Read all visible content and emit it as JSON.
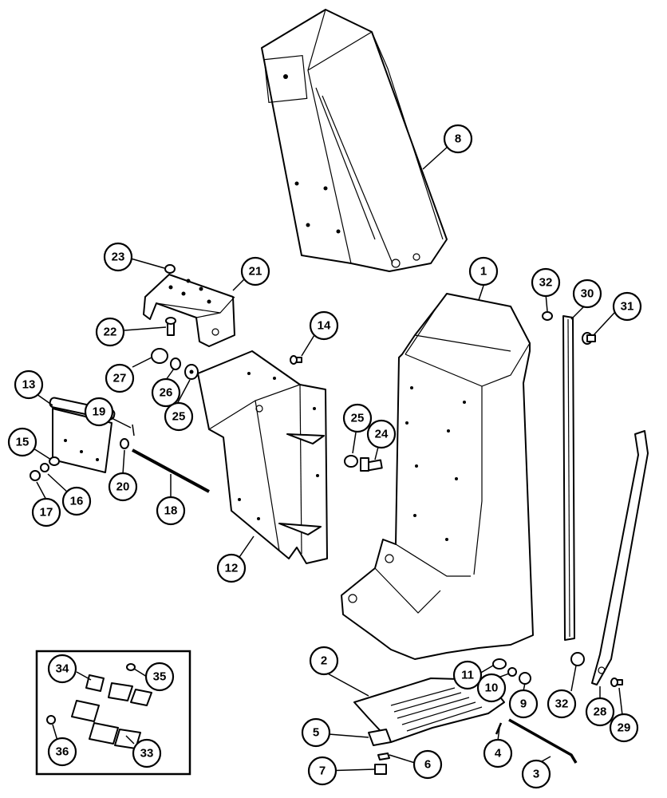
{
  "callouts": [
    {
      "id": "c1",
      "label": "1"
    },
    {
      "id": "c2",
      "label": "2"
    },
    {
      "id": "c3",
      "label": "3"
    },
    {
      "id": "c4",
      "label": "4"
    },
    {
      "id": "c5",
      "label": "5"
    },
    {
      "id": "c6",
      "label": "6"
    },
    {
      "id": "c7",
      "label": "7"
    },
    {
      "id": "c8",
      "label": "8"
    },
    {
      "id": "c9",
      "label": "9"
    },
    {
      "id": "c10",
      "label": "10"
    },
    {
      "id": "c11",
      "label": "11"
    },
    {
      "id": "c12",
      "label": "12"
    },
    {
      "id": "c13",
      "label": "13"
    },
    {
      "id": "c14",
      "label": "14"
    },
    {
      "id": "c15",
      "label": "15"
    },
    {
      "id": "c16",
      "label": "16"
    },
    {
      "id": "c17",
      "label": "17"
    },
    {
      "id": "c18",
      "label": "18"
    },
    {
      "id": "c19",
      "label": "19"
    },
    {
      "id": "c20",
      "label": "20"
    },
    {
      "id": "c21",
      "label": "21"
    },
    {
      "id": "c22",
      "label": "22"
    },
    {
      "id": "c23",
      "label": "23"
    },
    {
      "id": "c24",
      "label": "24"
    },
    {
      "id": "c25a",
      "label": "25"
    },
    {
      "id": "c25b",
      "label": "25"
    },
    {
      "id": "c26",
      "label": "26"
    },
    {
      "id": "c27",
      "label": "27"
    },
    {
      "id": "c28",
      "label": "28"
    },
    {
      "id": "c29",
      "label": "29"
    },
    {
      "id": "c30",
      "label": "30"
    },
    {
      "id": "c31",
      "label": "31"
    },
    {
      "id": "c32a",
      "label": "32"
    },
    {
      "id": "c32b",
      "label": "32"
    },
    {
      "id": "c33",
      "label": "33"
    },
    {
      "id": "c34",
      "label": "34"
    },
    {
      "id": "c35",
      "label": "35"
    },
    {
      "id": "c36",
      "label": "36"
    }
  ]
}
